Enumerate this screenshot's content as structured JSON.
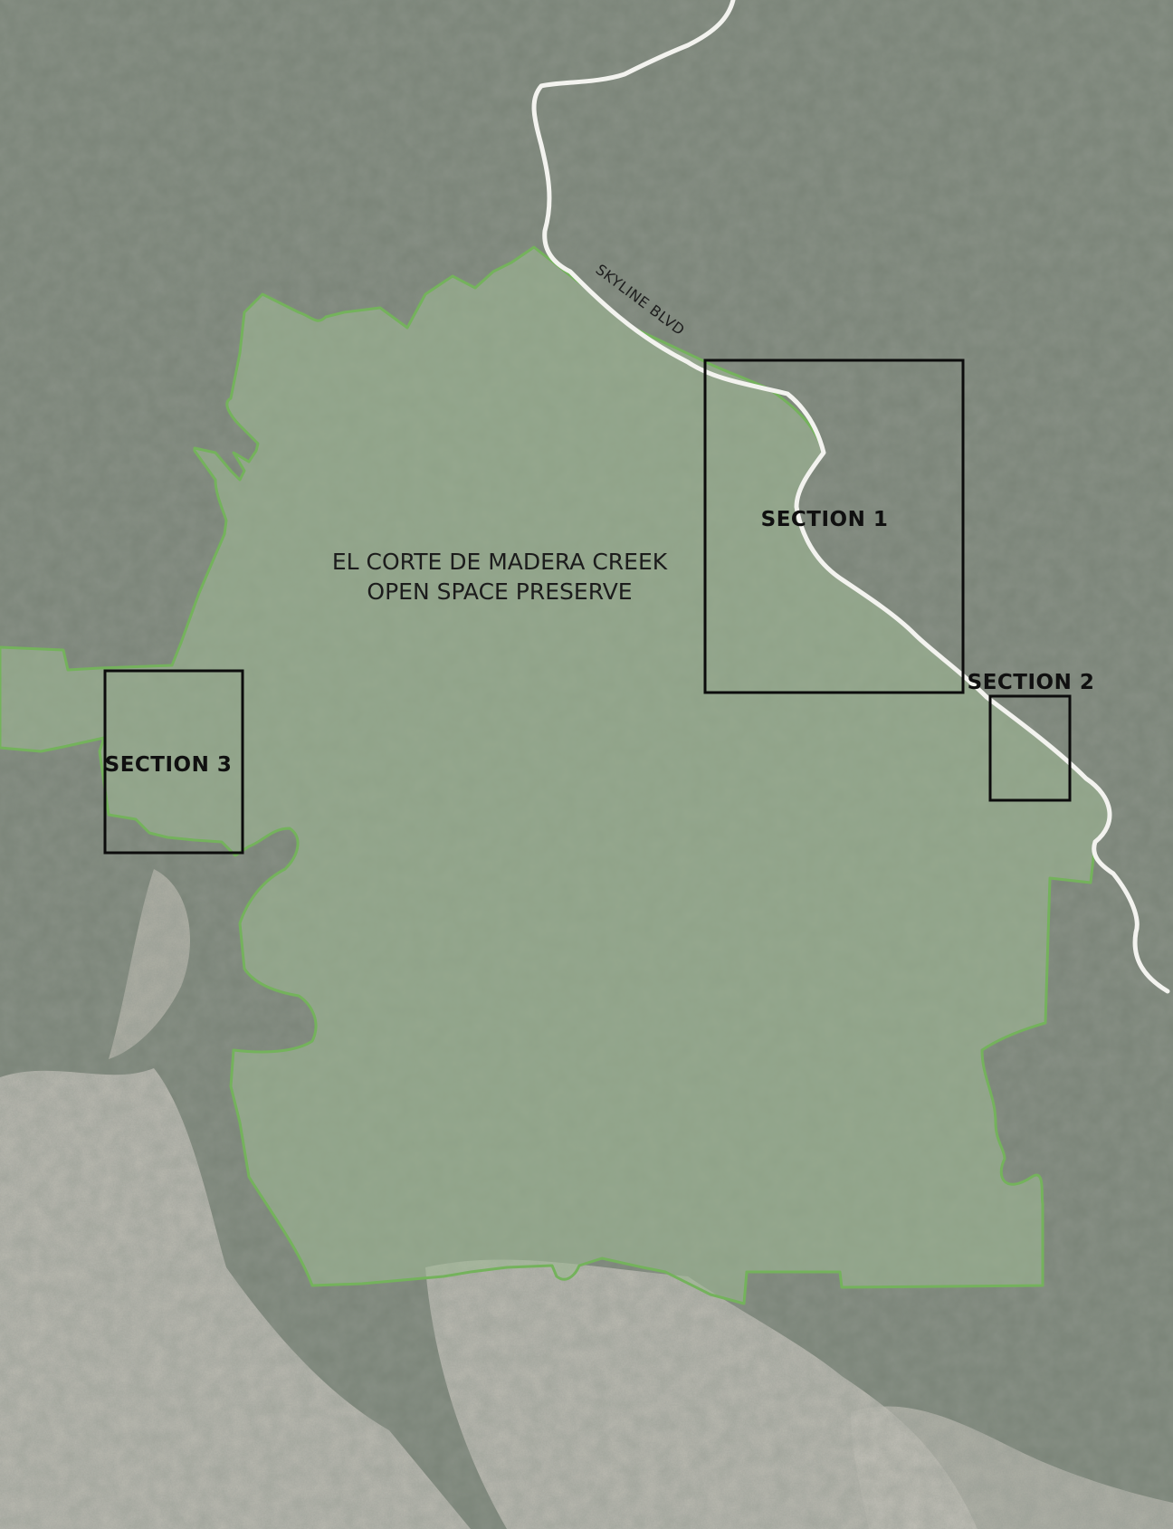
{
  "map": {
    "road": {
      "name": "SKYLINE BLVD"
    },
    "preserve": {
      "name_line1": "EL CORTE DE MADERA CREEK",
      "name_line2": "OPEN SPACE PRESERVE"
    },
    "sections": [
      {
        "label": "SECTION 1"
      },
      {
        "label": "SECTION 2"
      },
      {
        "label": "SECTION 3"
      }
    ]
  },
  "colors": {
    "forest": "#7a8477",
    "forest_dark": "#6a7468",
    "meadow": "#c9c6bd",
    "preserve_fill": "#9fb894",
    "preserve_edge": "#74b25c",
    "road": "#f3f3ef",
    "box": "#0c0c0c"
  }
}
